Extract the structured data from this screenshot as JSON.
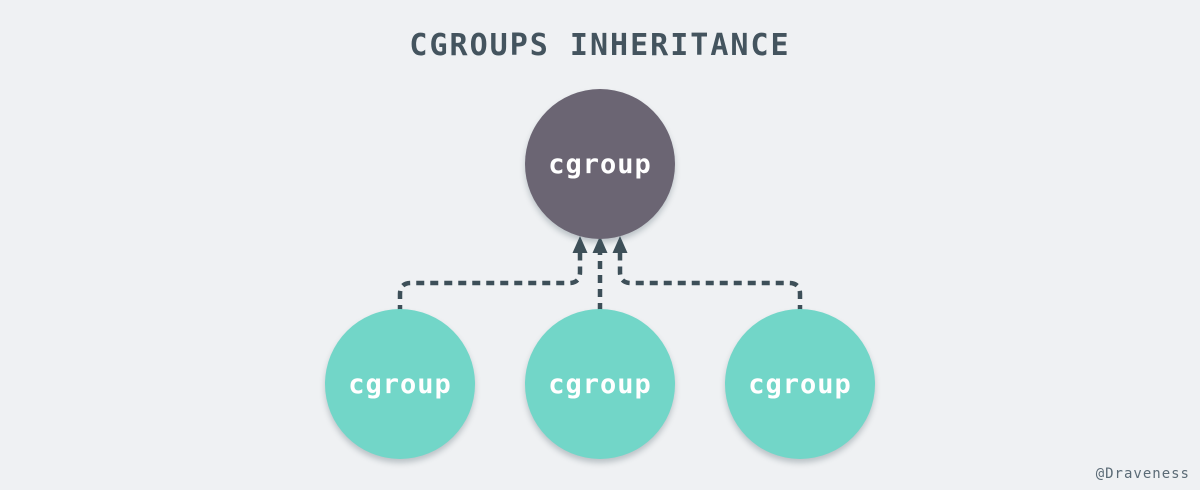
{
  "diagram": {
    "title": "CGROUPS INHERITANCE",
    "type": "inheritance-tree",
    "nodes": {
      "parent": {
        "label": "cgroup"
      },
      "children": [
        {
          "label": "cgroup"
        },
        {
          "label": "cgroup"
        },
        {
          "label": "cgroup"
        }
      ]
    },
    "edges": [
      {
        "from": "child-0",
        "to": "parent",
        "style": "dashed-arrow"
      },
      {
        "from": "child-1",
        "to": "parent",
        "style": "dashed-arrow"
      },
      {
        "from": "child-2",
        "to": "parent",
        "style": "dashed-arrow"
      }
    ],
    "colors": {
      "background": "#eff1f3",
      "parent_fill": "#6b6573",
      "child_fill": "#72d6c8",
      "node_text": "#ffffff",
      "line": "#3d4f58",
      "title_text": "#44545e",
      "watermark_text": "#5b6b76"
    }
  },
  "watermark": "@Draveness"
}
